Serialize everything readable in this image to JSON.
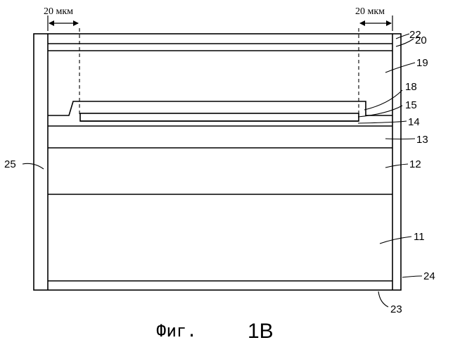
{
  "dimensions": {
    "left": "20 мкм",
    "right": "20 мкм"
  },
  "labels": {
    "l22": "22",
    "l20": "20",
    "l19": "19",
    "l18": "18",
    "l15": "15",
    "l14": "14",
    "l13": "13",
    "l12": "12",
    "l11": "11",
    "l24": "24",
    "l23": "23",
    "l25": "25"
  },
  "caption": {
    "prefix": "Фиг.",
    "number": "1В"
  }
}
